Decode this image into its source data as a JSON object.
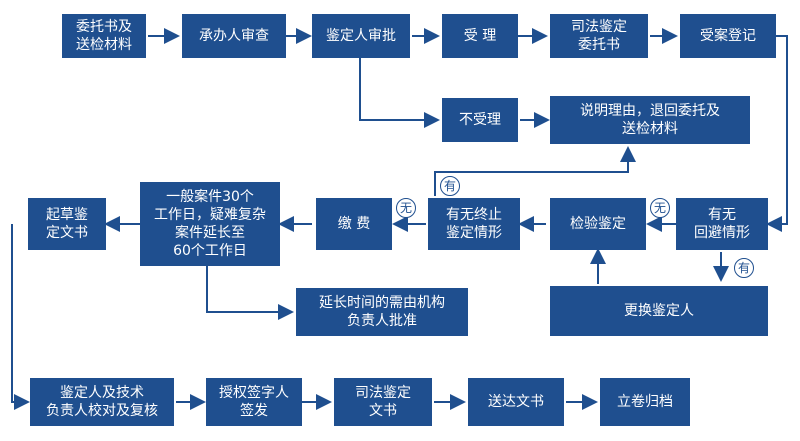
{
  "colors": {
    "box": "#1f4f8f",
    "line": "#1f4f8f"
  },
  "nodes": {
    "n1": "委托书及\n送检材料",
    "n2": "承办人审查",
    "n3": "鉴定人审批",
    "n4": "受 理",
    "n5": "司法鉴定\n委托书",
    "n6": "受案登记",
    "n7": "不受理",
    "n8": "说明理由，退回委托及\n送检材料",
    "n9": "有无\n回避情形",
    "n10": "检验鉴定",
    "n11": "有无终止\n鉴定情形",
    "n12": "缴 费",
    "n13": "一般案件30个\n工作日，疑难复杂\n案件延长至\n60个工作日",
    "n14": "起草鉴\n定文书",
    "n15": "延长时间的需由机构\n负责人批准",
    "n16": "更换鉴定人",
    "n17": "鉴定人及技术\n负责人校对及复核",
    "n18": "授权签字人\n签发",
    "n19": "司法鉴定\n文书",
    "n20": "送达文书",
    "n21": "立卷归档"
  },
  "badges": {
    "you_top": "有",
    "wu_left": "无",
    "wu_right": "无",
    "you_right": "有"
  }
}
